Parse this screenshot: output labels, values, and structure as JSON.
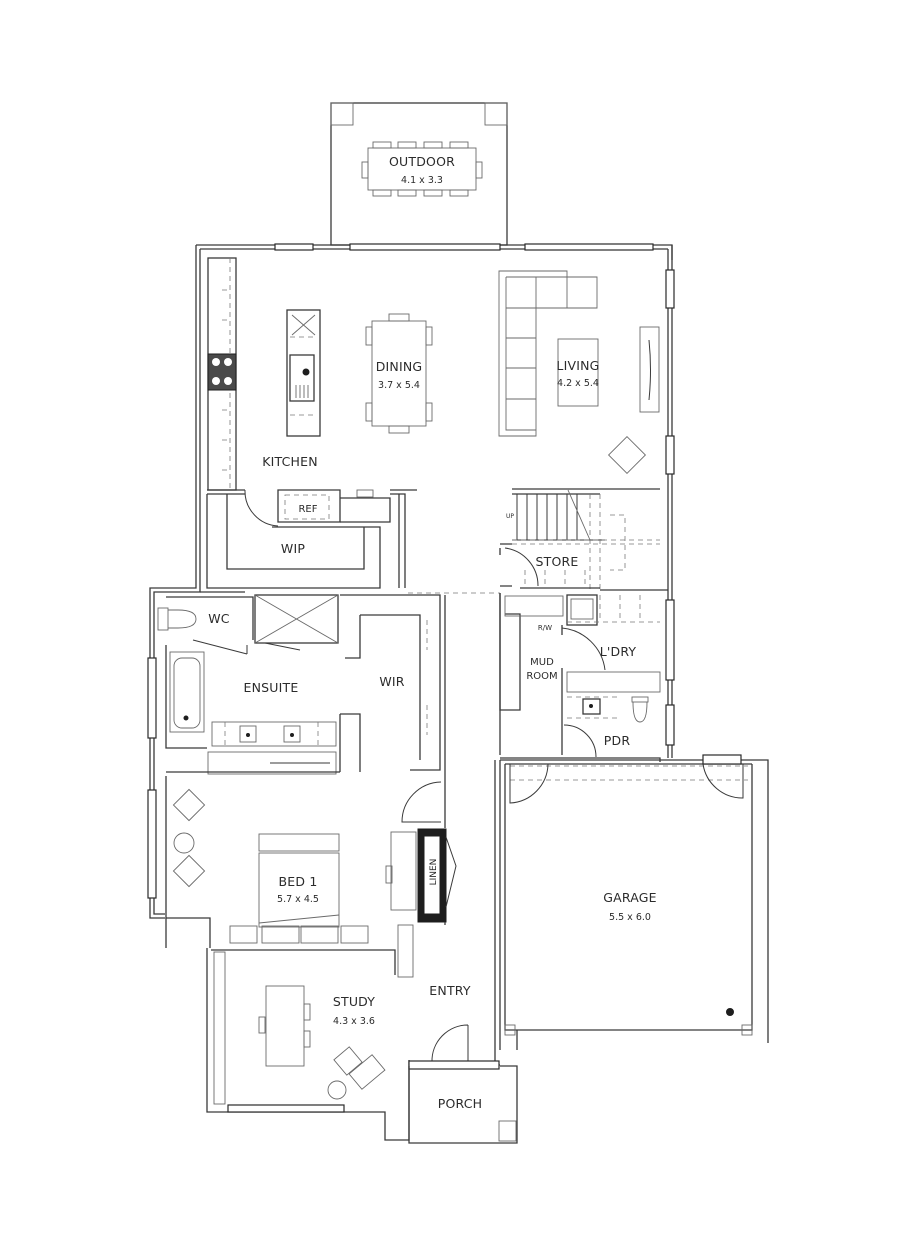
{
  "plan": {
    "rooms": {
      "outdoor": {
        "label": "OUTDOOR",
        "size": "4.1 x 3.3"
      },
      "dining": {
        "label": "DINING",
        "size": "3.7 x 5.4"
      },
      "living": {
        "label": "LIVING",
        "size": "4.2 x 5.4"
      },
      "kitchen": {
        "label": "KITCHEN"
      },
      "ref": {
        "label": "REF"
      },
      "wip": {
        "label": "WIP"
      },
      "store": {
        "label": "STORE"
      },
      "wc": {
        "label": "WC"
      },
      "ensuite": {
        "label": "ENSUITE"
      },
      "wir": {
        "label": "WIR"
      },
      "rw": {
        "label": "R/W"
      },
      "mudroom": {
        "label_line1": "MUD",
        "label_line2": "ROOM"
      },
      "laundry": {
        "label": "L'DRY"
      },
      "pdr": {
        "label": "PDR"
      },
      "bed1": {
        "label": "BED 1",
        "size": "5.7 x 4.5"
      },
      "linen": {
        "label": "LINEN"
      },
      "garage": {
        "label": "GARAGE",
        "size": "5.5 x 6.0"
      },
      "study": {
        "label": "STUDY",
        "size": "4.3 x 3.6"
      },
      "entry": {
        "label": "ENTRY"
      },
      "porch": {
        "label": "PORCH"
      }
    },
    "stair_marker": "UP"
  }
}
